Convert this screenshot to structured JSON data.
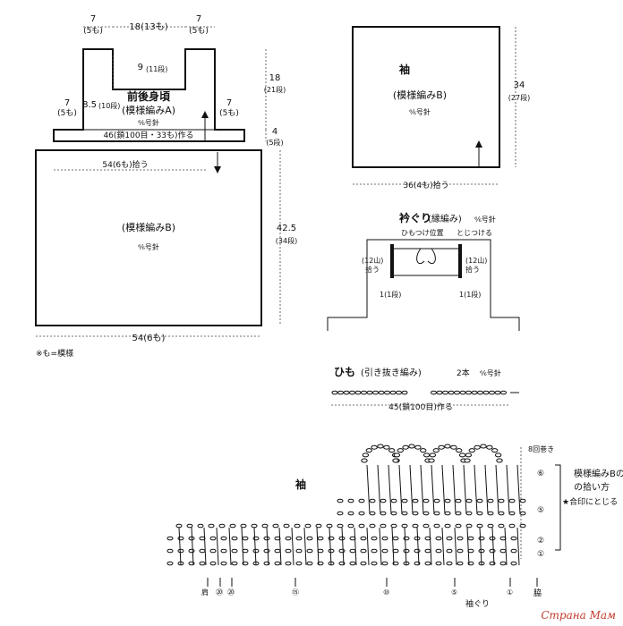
{
  "body_chart": {
    "title": "前後身頃",
    "pattern_a": "(模様編みA)",
    "pattern_b": "(模様編みB)",
    "needle_a": "⁶⁄₆号針",
    "needle_b": "⁶⁄₆号針",
    "top_strap_width": "7",
    "top_strap_width_sub": "(5も)",
    "top_gap_width": "18(13も)",
    "top_strap_width_r": "7",
    "top_strap_width_r_sub": "(5も)",
    "strap_height": "9",
    "strap_height_sub": "(11段)",
    "side_height_l": "8.5",
    "side_height_l_sub": "(10段)",
    "side_width_l": "7",
    "side_width_l_sub": "(5も)",
    "side_width_r": "7",
    "side_width_r_sub": "(5も)",
    "yoke_height": "18",
    "yoke_height_sub": "(21段)",
    "band_label": "46(鎖100目・33も)作る",
    "band_height": "4",
    "band_height_sub": "(5段)",
    "pickup_label": "54(6も)拾う",
    "body_height": "42.5",
    "body_height_sub": "(34段)",
    "bottom_width": "54(6も)",
    "note": "※も=模様"
  },
  "sleeve_chart": {
    "title": "袖",
    "pattern": "(模様編みB)",
    "needle": "⁶⁄₆号針",
    "height": "34",
    "height_sub": "(27段)",
    "width_label": "36(4も)拾う"
  },
  "collar_chart": {
    "title": "衿ぐり",
    "title_sub": "(縁編み)",
    "needle": "⁶⁄₆号針",
    "tie_position": "ひもつけ位置",
    "join_label": "とじつける",
    "pick_l": "(12山)",
    "pick_l2": "拾う",
    "pick_r": "(12山)",
    "pick_r2": "拾う",
    "row_l": "1(1段)",
    "row_r": "1(1段)"
  },
  "tie_chart": {
    "title": "ひも",
    "title_sub": "(引き抜き編み)",
    "count": "2本",
    "needle": "⁶⁄₆号針",
    "length_label": "45(鎖100目)作る"
  },
  "stitch_chart": {
    "title": "袖",
    "wrap_label": "8回巻き",
    "pattern_label_1": "模様編みBの",
    "pattern_label_2": "の拾い方",
    "match_label": "★合印にとじる",
    "row_markers": [
      "⑥",
      "⑤",
      "②",
      "①"
    ],
    "bottom_labels": [
      "肩",
      "⑳",
      "⑳",
      "⑮",
      "⑩",
      "⑤",
      "①"
    ],
    "side_label_1": "脇",
    "side_label_2": "袖ぐり"
  },
  "watermark": "Страна Мам"
}
